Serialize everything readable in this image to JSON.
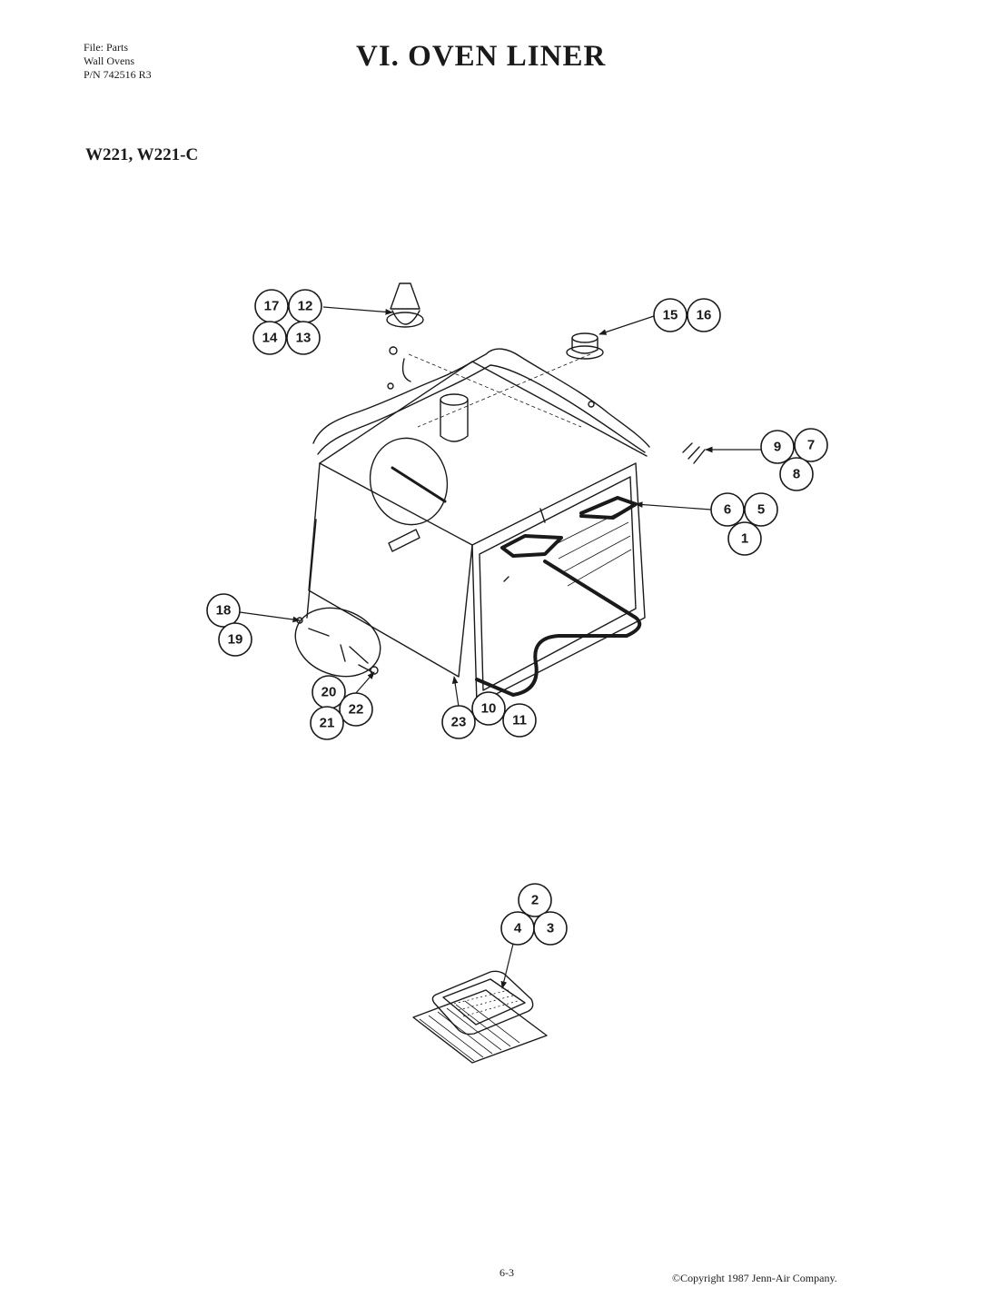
{
  "header": {
    "file_line": "File: Parts",
    "category_line": "Wall Ovens",
    "pn_line": "P/N 742516 R3"
  },
  "title": "VI.  OVEN LINER",
  "models": "W221,  W221-C",
  "callouts": {
    "c17": "17",
    "c12": "12",
    "c14": "14",
    "c13": "13",
    "c15": "15",
    "c16": "16",
    "c9": "9",
    "c7": "7",
    "c8": "8",
    "c6": "6",
    "c5": "5",
    "c1": "1",
    "c18": "18",
    "c19": "19",
    "c20": "20",
    "c22": "22",
    "c21": "21",
    "c23": "23",
    "c10": "10",
    "c11": "11",
    "c2": "2",
    "c4": "4",
    "c3": "3"
  },
  "footer": {
    "page_number": "6-3",
    "copyright": "©Copyright 1987 Jenn-Air Company."
  }
}
